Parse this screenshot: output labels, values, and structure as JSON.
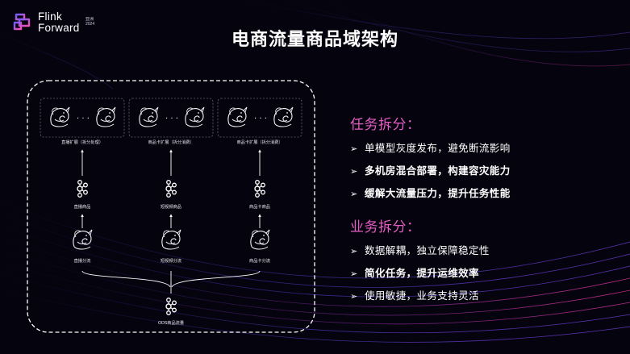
{
  "brand": {
    "line1": "Flink",
    "line2": "Forward",
    "place": "亚洲",
    "year": "2024",
    "icon": "flink-forward-logo"
  },
  "slide": {
    "title": "电商流量商品域架构"
  },
  "diagram": {
    "top_groups": [
      {
        "label": "直播扩展（拆分处理）",
        "dots": "· · ·"
      },
      {
        "label": "商品卡扩展（拆分消费）",
        "dots": "· · ·"
      },
      {
        "label": "商品卡扩展（拆分消费）",
        "dots": "· · ·"
      }
    ],
    "topics": [
      "直播商品",
      "短视频商品",
      "商品卡商品"
    ],
    "splitters": [
      "直播分流",
      "短视频分流",
      "商品卡分流"
    ],
    "source": "ODS商品流量",
    "squirrel_icon": "flink-squirrel-icon",
    "kafka_icon": "kafka-icon"
  },
  "task_split": {
    "heading": "任务拆分：",
    "items": [
      {
        "text": "单模型灰度发布，避免断流影响",
        "bold": false
      },
      {
        "text": "多机房混合部署，构建容灾能力",
        "bold": true
      },
      {
        "text": "缓解大流量压力，提升任务性能",
        "bold": true
      }
    ]
  },
  "biz_split": {
    "heading": "业务拆分：",
    "items": [
      {
        "text": "数据解耦，独立保障稳定性",
        "bold": false
      },
      {
        "text": "简化任务，提升运维效率",
        "bold": true
      },
      {
        "text": "使用敏捷，业务支持灵活",
        "bold": false
      }
    ]
  },
  "colors": {
    "background": "#05040e",
    "accent": "#e45dc4",
    "curve_purple": "#4a2fa8",
    "curve_magenta": "#b02a8a"
  }
}
